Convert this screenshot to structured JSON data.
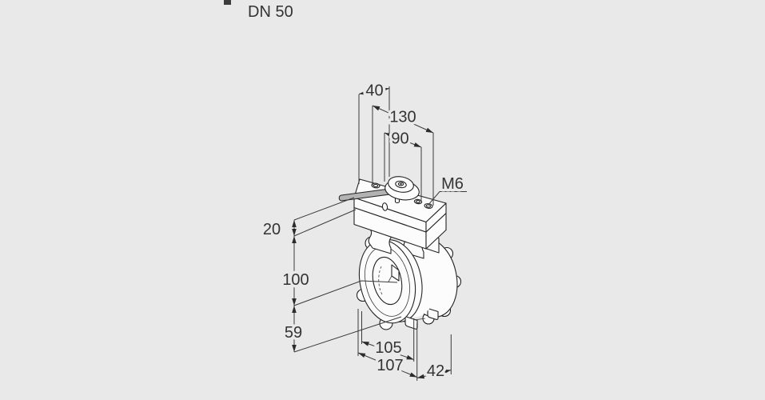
{
  "drawing": {
    "product_label": "DN 50",
    "thread_label": "M6",
    "dimensions_mm": {
      "top_width": "40",
      "hole_span_outer": "130",
      "hole_span_inner": "90",
      "actuator_offset": "20",
      "center_height": "100",
      "lower_height": "59",
      "flange_diameter": "105",
      "overall_width": "107",
      "body_depth": "42"
    },
    "colors": {
      "background": "#e9e9e9",
      "line": "#2b2b2b",
      "text": "#333333",
      "part_fill": "#fcfcfc",
      "lever_fill": "#b3b3b3"
    }
  }
}
